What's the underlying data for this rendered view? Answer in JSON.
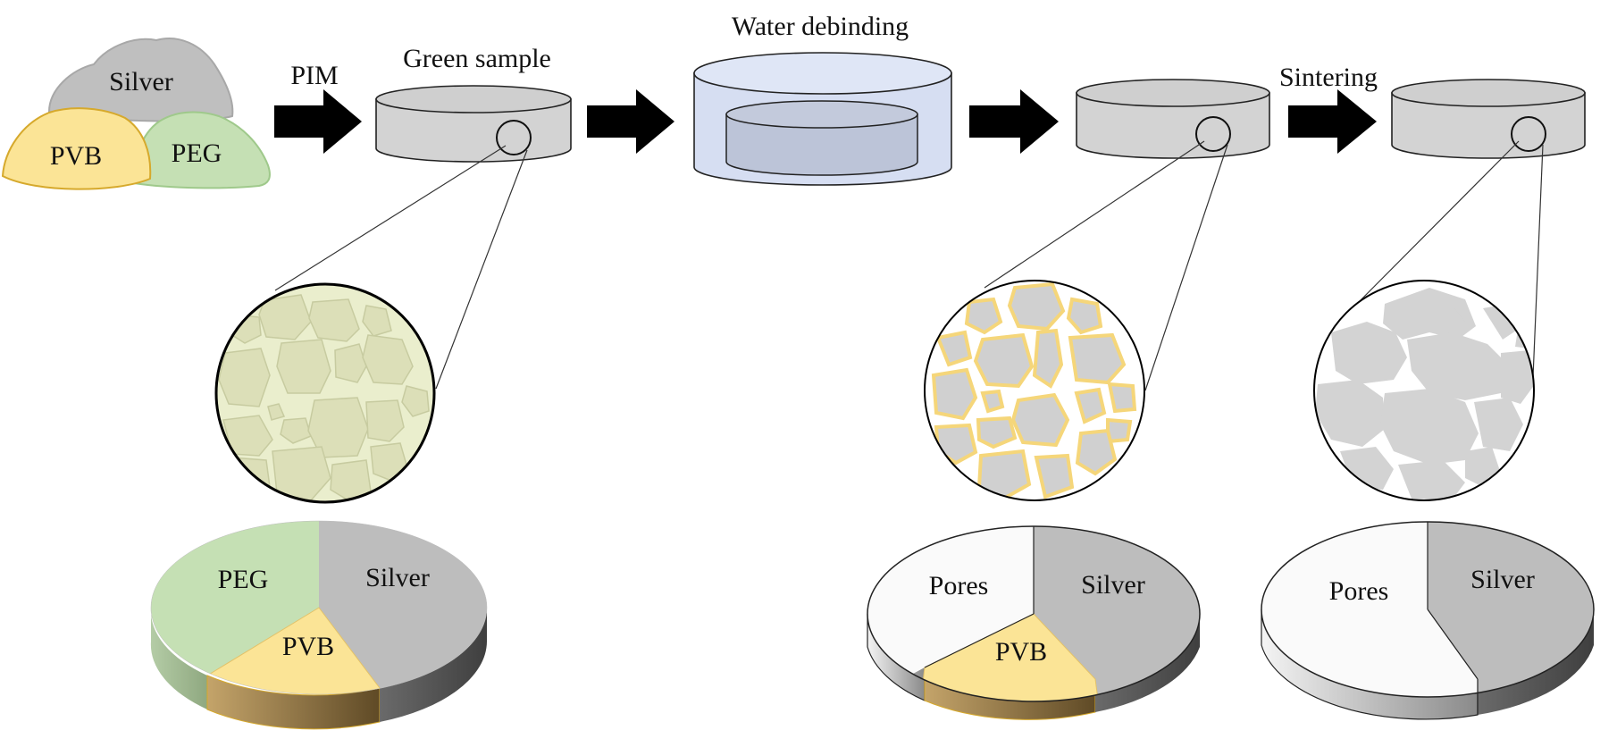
{
  "labels": {
    "pim": "PIM",
    "green_sample": "Green sample",
    "water_debinding": "Water debinding",
    "sintering": "Sintering"
  },
  "powders": {
    "silver": "Silver",
    "pvb": "PVB",
    "peg": "PEG"
  },
  "pie_green": {
    "peg": "PEG",
    "silver": "Silver",
    "pvb": "PVB"
  },
  "pie_debound": {
    "pores": "Pores",
    "silver": "Silver",
    "pvb": "PVB"
  },
  "pie_sintered": {
    "pores": "Pores",
    "silver": "Silver"
  },
  "colors": {
    "silver": "#bdbdbd",
    "silver_dark": "#5a5a5a",
    "pvb": "#fbe496",
    "pvb_edge": "#e0b73d",
    "peg": "#c5e0b4",
    "peg_edge": "#9fc98b",
    "pores": "#fafafa",
    "water": "#d6def2",
    "green_matrix": "#eaeecd",
    "green_grain": "#dcdfb8"
  }
}
